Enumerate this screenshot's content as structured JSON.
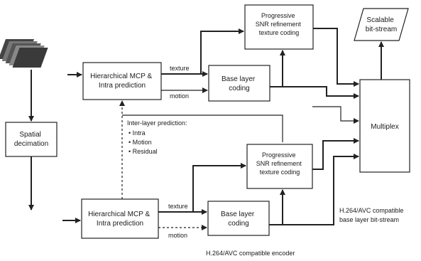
{
  "boxes": {
    "top_mcp": [
      "Hierarchical MCP &",
      "Intra prediction"
    ],
    "top_base": [
      "Base layer",
      "coding"
    ],
    "top_snr": [
      "Progressive",
      "SNR refinement",
      "texture coding"
    ],
    "scalable": [
      "Scalable",
      "bit-stream"
    ],
    "spatial": [
      "Spatial",
      "decimation"
    ],
    "multiplex": [
      "Multiplex"
    ],
    "bot_snr": [
      "Progressive",
      "SNR refinement",
      "texture coding"
    ],
    "bot_mcp": [
      "Hierarchical MCP &",
      "Intra prediction"
    ],
    "bot_base": [
      "Base layer",
      "coding"
    ]
  },
  "labels": {
    "texture_top": "texture",
    "motion_top": "motion",
    "texture_bot": "texture",
    "motion_bot": "motion",
    "inter_layer_title": "Inter-layer prediction:",
    "inter_layer_items": [
      "• Intra",
      "• Motion",
      "• Residual"
    ],
    "compat_bitstream": [
      "H.264/AVC compatible",
      "base layer bit-stream"
    ],
    "compat_encoder": "H.264/AVC compatible encoder"
  }
}
